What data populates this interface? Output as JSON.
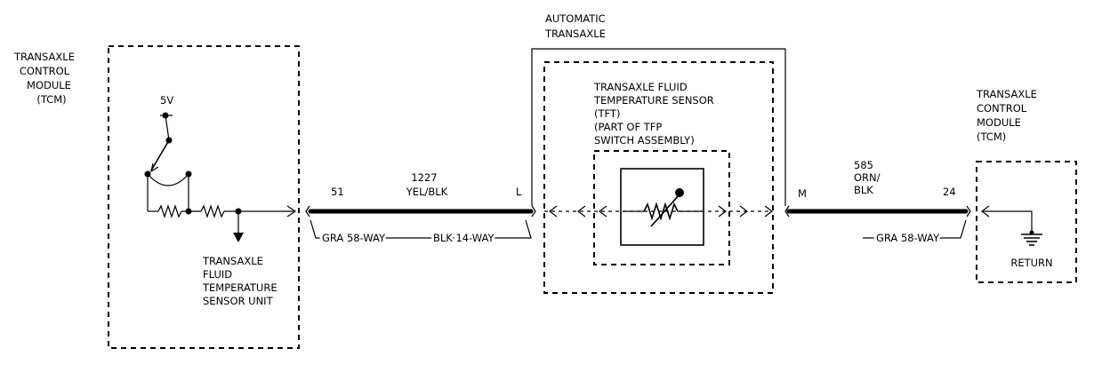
{
  "labels": {
    "tcm_left_l1": "TRANSAXLE",
    "tcm_left_l2": "CONTROL",
    "tcm_left_l3": "MODULE",
    "tcm_left_l4": "(TCM)",
    "voltage": "5V",
    "sensor_unit_l1": "TRANSAXLE",
    "sensor_unit_l2": "FLUID",
    "sensor_unit_l3": "TEMPERATURE",
    "sensor_unit_l4": "SENSOR UNIT",
    "pin_51": "51",
    "wire1_number": "1227",
    "wire1_color": "YEL/BLK",
    "pin_L": "L",
    "conn_gra58_left": "GRA 58-WAY",
    "conn_blk14": "BLK 14-WAY",
    "auto_trans_l1": "AUTOMATIC",
    "auto_trans_l2": "TRANSAXLE",
    "tft_l1": "TRANSAXLE FLUID",
    "tft_l2": "TEMPERATURE SENSOR",
    "tft_l3": "(TFT)",
    "tft_l4": "(PART OF TFP",
    "tft_l5": "SWITCH ASSEMBLY)",
    "pin_M": "M",
    "wire2_number": "585",
    "wire2_color_l1": "ORN/",
    "wire2_color_l2": "BLK",
    "pin_24": "24",
    "conn_gra58_right": "GRA 58-WAY",
    "tcm_right_l1": "TRANSAXLE",
    "tcm_right_l2": "CONTROL",
    "tcm_right_l3": "MODULE",
    "tcm_right_l4": "(TCM)",
    "return": "RETURN"
  }
}
